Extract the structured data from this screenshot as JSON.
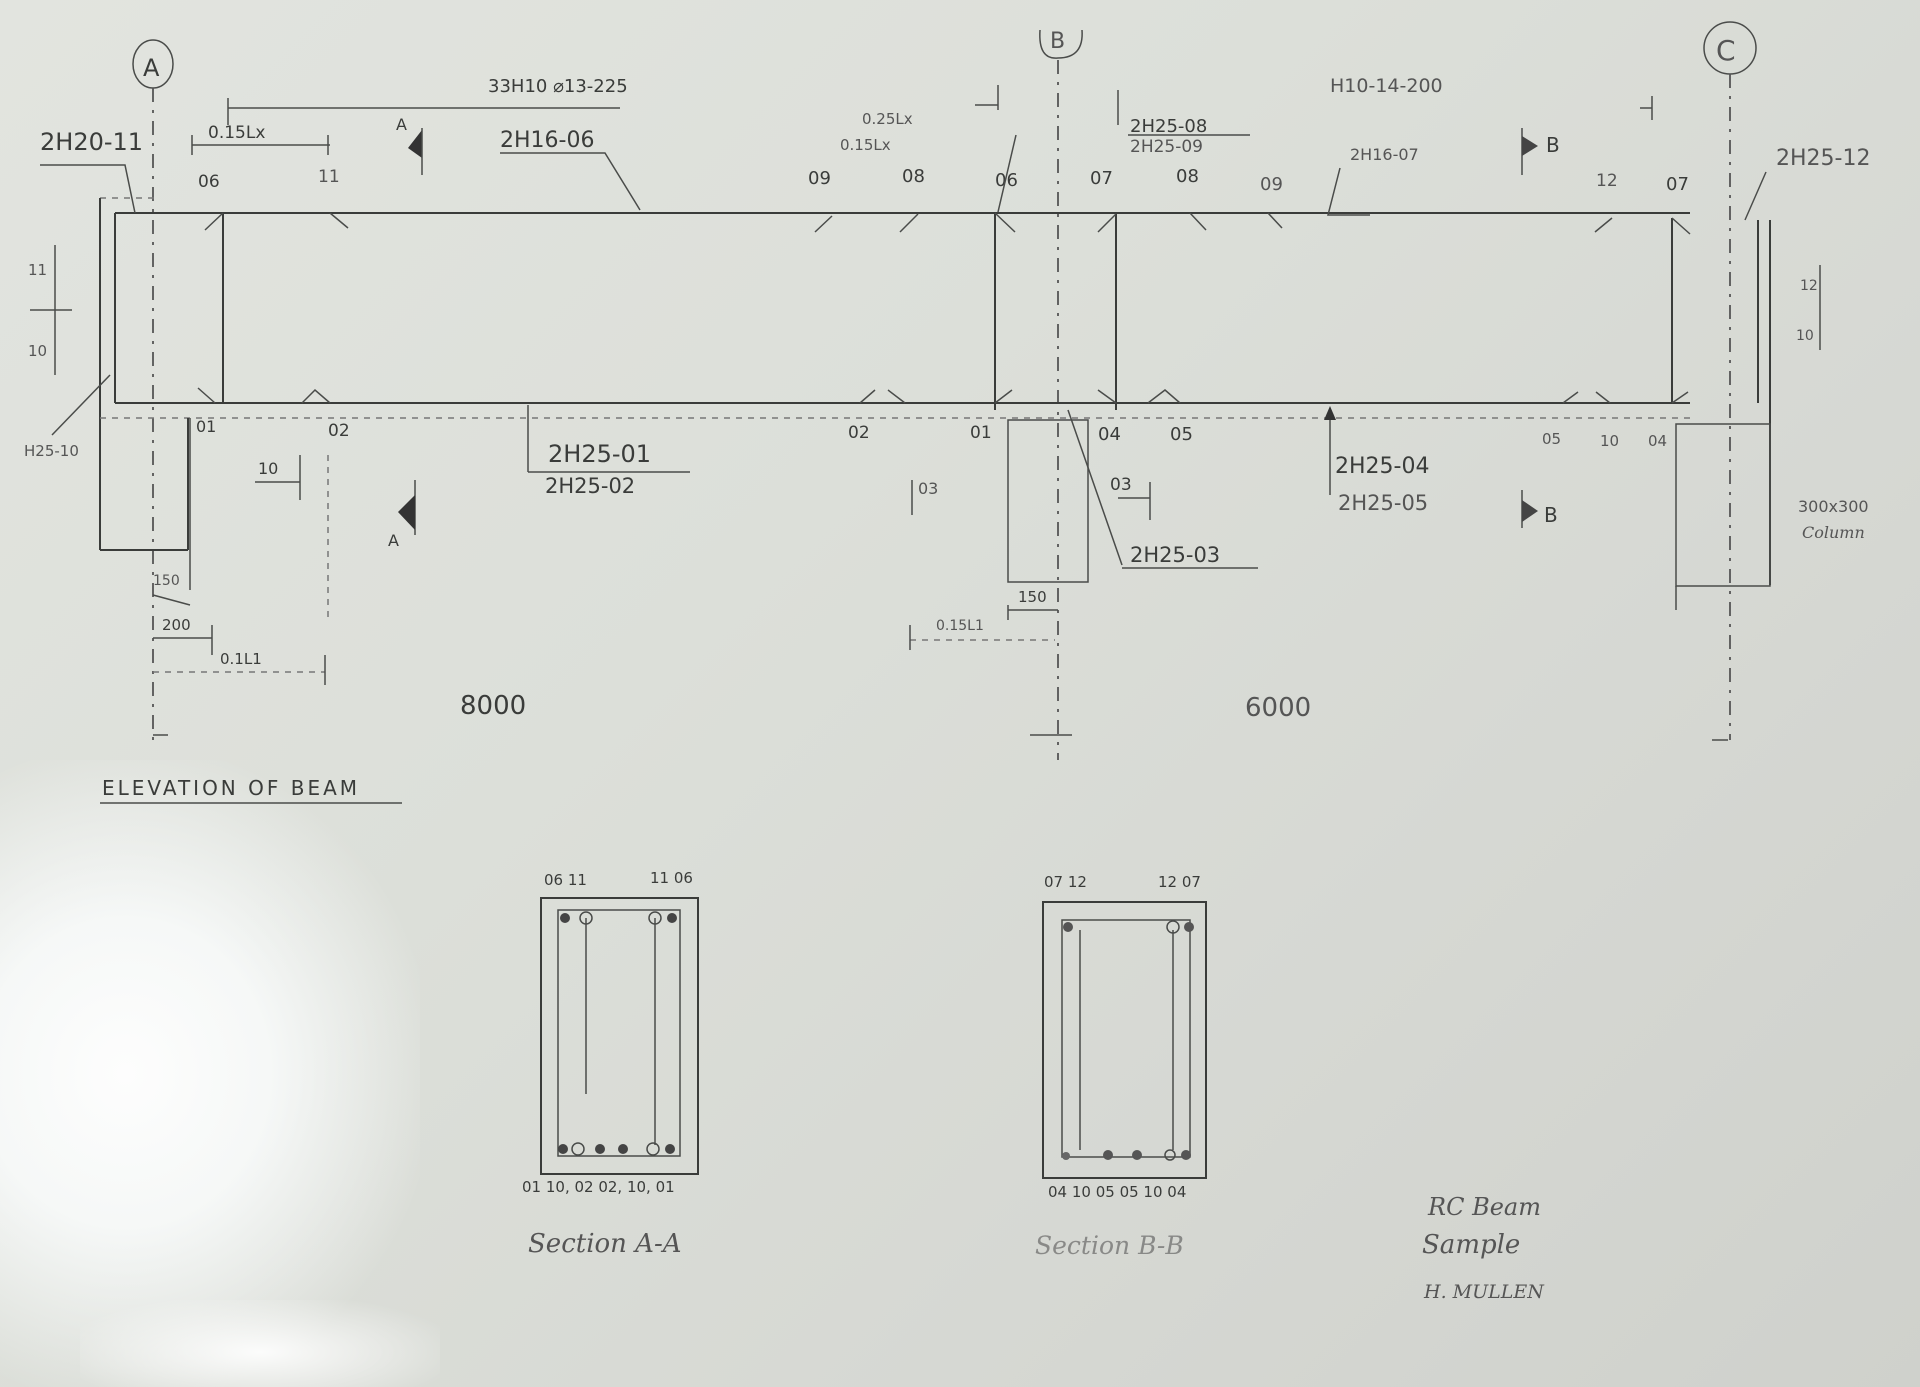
{
  "drawing": {
    "grid_labels": [
      "A",
      "B",
      "C"
    ],
    "title": "ELEVATION OF BEAM",
    "spans": [
      "8000",
      "6000"
    ],
    "title_block": {
      "line1": "RC Beam",
      "line2": "Sample",
      "author": "H. MULLEN"
    }
  },
  "callouts": {
    "links_left": "33H10 ⌀13-225",
    "links_right": "H10-14-200",
    "top_left_bar": "2H20-11",
    "top_bar_a": "2H16-06",
    "top_bar_b": "2H16-07",
    "support_b_top1": "2H25-08",
    "support_b_top2": "2H25-09",
    "top_c": "2H25-12",
    "bottom_left": "H25-10",
    "bottom_a1": "2H25-01",
    "bottom_a2": "2H25-02",
    "bottom_b": "2H25-03",
    "bottom_c1": "2H25-04",
    "bottom_c2": "2H25-05",
    "column_note1": "300x300",
    "column_note2": "Column"
  },
  "dimensions": {
    "d_015lx_left": "0.15Lx",
    "d_025lx": "0.25Lx",
    "d_015lx_mid": "0.15Lx",
    "d_015l1": "0.15L1",
    "d_01l1": "0.1L1",
    "d_150_left": "150",
    "d_200": "200",
    "d_150_mid": "150",
    "d_10": "10",
    "d_03_left": "03",
    "d_03_right": "03"
  },
  "bar_marks": {
    "top_left": [
      "06",
      "11"
    ],
    "top_mid": [
      "09",
      "08",
      "06",
      "07",
      "08",
      "09"
    ],
    "top_right": [
      "12",
      "07"
    ],
    "bottom_left": [
      "01",
      "02"
    ],
    "bottom_mid": [
      "02",
      "01",
      "04",
      "05"
    ],
    "bottom_right": [
      "05",
      "10",
      "04"
    ],
    "side_left": [
      "11",
      "10"
    ],
    "side_right": [
      "12",
      "10"
    ]
  },
  "section_marks": {
    "a_top": "A",
    "a_bottom": "A",
    "b_top": "B",
    "b_bottom": "B"
  },
  "sections": {
    "aa": {
      "title": "Section A-A",
      "top_marks_left": "06 11",
      "top_marks_right": "11 06",
      "bottom_marks": "01   10, 02 02, 10, 01"
    },
    "bb": {
      "title": "Section B-B",
      "top_marks_left": "07 12",
      "top_marks_right": "12 07",
      "bottom_marks": "04 10 05 05 10 04"
    }
  }
}
